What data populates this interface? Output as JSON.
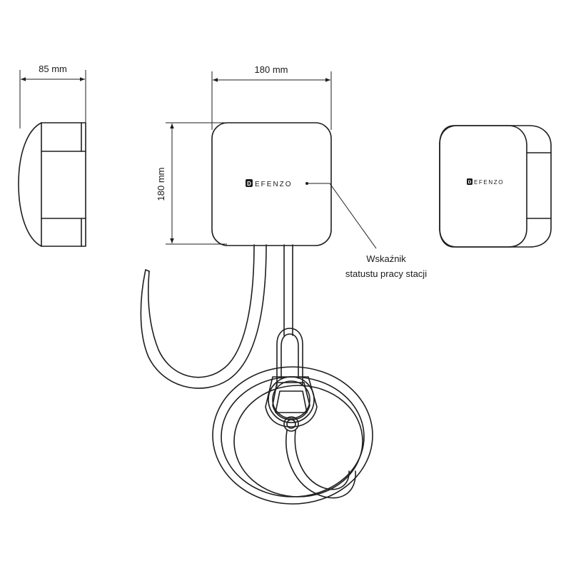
{
  "dimensions": {
    "depth_label": "85 mm",
    "width_label": "180 mm",
    "height_label": "180 mm"
  },
  "brand": {
    "logo_letter": "D",
    "name_rest": "EFENZO"
  },
  "callout": {
    "line1": "Wskaźnik",
    "line2": "statustu pracy stacji"
  },
  "colors": {
    "stroke": "#1e1e1e",
    "background": "#ffffff"
  }
}
